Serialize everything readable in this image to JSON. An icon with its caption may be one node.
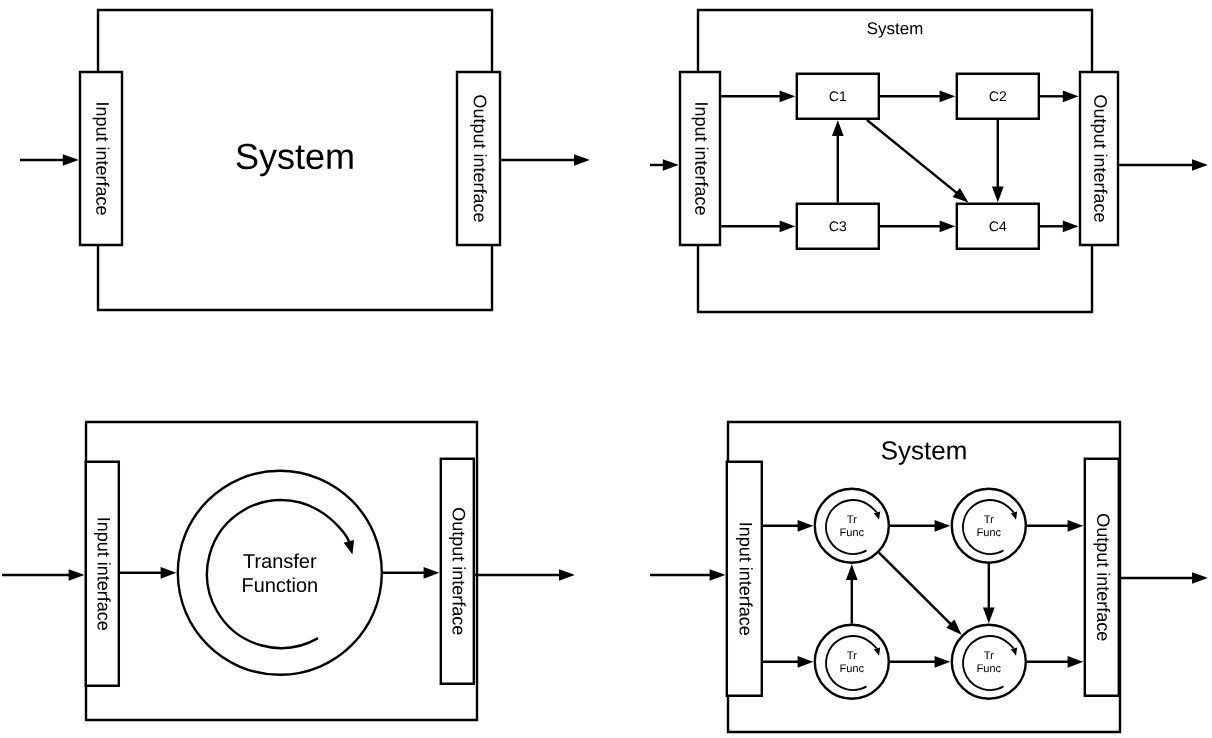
{
  "diagram": {
    "nodes": [
      {
        "text": [
          "System"
        ]
      },
      {
        "text": [
          "Input interface"
        ]
      },
      {
        "text": [
          "Output interface"
        ]
      },
      {
        "text": [
          "System"
        ]
      },
      {
        "text": [
          "Input interface"
        ]
      },
      {
        "text": [
          "Output interface"
        ]
      },
      {
        "text": [
          "C1"
        ],
        "in": 3
      },
      {
        "text": [
          "C2"
        ],
        "in": 3
      },
      {
        "text": [
          "C3"
        ],
        "in": 3
      },
      {
        "text": [
          "C4"
        ],
        "in": 3
      },
      {
        "text": [],
        "shape": "box"
      },
      {
        "text": [
          "Input interface"
        ],
        "in": 10
      },
      {
        "text": [
          "Output interface"
        ],
        "in": 10
      },
      {
        "text": [
          "Transfer Function"
        ],
        "in": 10
      },
      {
        "text": [
          "System"
        ]
      },
      {
        "text": [
          "Input interface"
        ],
        "in": 14
      },
      {
        "text": [
          "Output interface"
        ],
        "in": 14
      },
      {
        "text": [
          "Tr Func"
        ],
        "in": 14
      },
      {
        "text": [
          "Tr Func"
        ],
        "in": 14
      },
      {
        "text": [
          "Tr Func"
        ],
        "in": 14
      },
      {
        "text": [
          "Tr Func"
        ],
        "in": 14
      }
    ],
    "edges": [
      {
        "from": null,
        "to": 1,
        "arrow": "to"
      },
      {
        "from": 2,
        "to": null,
        "arrow": "to"
      },
      {
        "from": null,
        "to": 4,
        "arrow": "to"
      },
      {
        "from": 4,
        "to": 6,
        "arrow": "to"
      },
      {
        "from": 4,
        "to": 8,
        "arrow": "to"
      },
      {
        "from": 6,
        "to": 7,
        "arrow": "to"
      },
      {
        "from": 8,
        "to": 6,
        "arrow": "to"
      },
      {
        "from": 6,
        "to": 9,
        "arrow": "to"
      },
      {
        "from": 7,
        "to": 9,
        "arrow": "to"
      },
      {
        "from": 8,
        "to": 9,
        "arrow": "to"
      },
      {
        "from": 7,
        "to": 5,
        "arrow": "to"
      },
      {
        "from": 9,
        "to": 5,
        "arrow": "to"
      },
      {
        "from": 5,
        "to": null,
        "arrow": "to"
      },
      {
        "from": null,
        "to": 11,
        "arrow": "to"
      },
      {
        "from": 11,
        "to": 13,
        "arrow": "to"
      },
      {
        "from": 13,
        "to": 12,
        "arrow": "to"
      },
      {
        "from": 12,
        "to": null,
        "arrow": "to"
      },
      {
        "from": null,
        "to": 15,
        "arrow": "to"
      },
      {
        "from": 15,
        "to": 17,
        "arrow": "to"
      },
      {
        "from": 15,
        "to": 19,
        "arrow": "to"
      },
      {
        "from": 17,
        "to": 18,
        "arrow": "to"
      },
      {
        "from": 19,
        "to": 17,
        "arrow": "to"
      },
      {
        "from": 17,
        "to": 20,
        "arrow": "to"
      },
      {
        "from": 18,
        "to": 20,
        "arrow": "to"
      },
      {
        "from": 19,
        "to": 20,
        "arrow": "to"
      },
      {
        "from": 18,
        "to": 16,
        "arrow": "to"
      },
      {
        "from": 20,
        "to": 16,
        "arrow": "to"
      },
      {
        "from": 16,
        "to": null,
        "arrow": "to"
      }
    ]
  }
}
